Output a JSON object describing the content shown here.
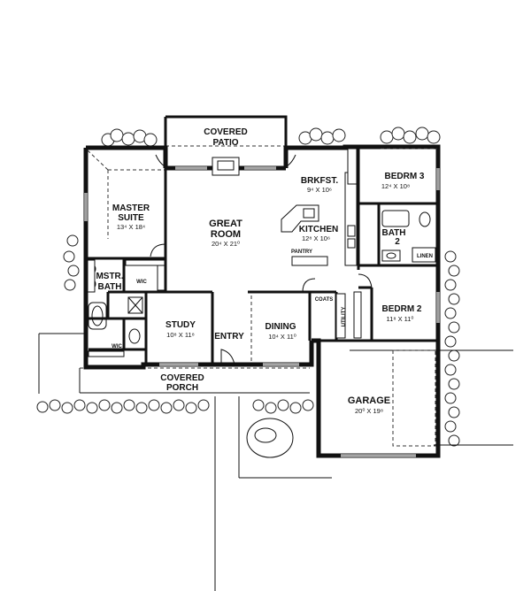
{
  "rooms": {
    "covered_patio": {
      "name_line1": "COVERED",
      "name_line2": "PATIO"
    },
    "master_suite": {
      "name_line1": "MASTER",
      "name_line2": "SUITE",
      "size": "13⁴ X 18⁴"
    },
    "great_room": {
      "name_line1": "GREAT",
      "name_line2": "ROOM",
      "size": "20⁴ X 21⁰"
    },
    "breakfast": {
      "name": "BRKFST.",
      "size": "9⁴ X 10⁶"
    },
    "kitchen": {
      "name": "KITCHEN",
      "size": "12⁸ X 10⁶"
    },
    "pantry": {
      "name": "PANTRY"
    },
    "bedroom3": {
      "name": "BEDRM 3",
      "size": "12⁴ X 10⁸"
    },
    "bath2": {
      "name_line1": "BATH",
      "name_line2": "2"
    },
    "linen": {
      "name": "LINEN"
    },
    "master_bath": {
      "name_line1": "MSTR.",
      "name_line2": "BATH"
    },
    "wic_upper": {
      "name": "WIC"
    },
    "wic_lower": {
      "name": "WIC"
    },
    "study": {
      "name": "STUDY",
      "size": "10⁸ X 11⁸"
    },
    "entry": {
      "name": "ENTRY"
    },
    "dining": {
      "name": "DINING",
      "size": "10⁴ X 11⁰"
    },
    "coats": {
      "name": "COATS"
    },
    "utility": {
      "name": "UTILITY"
    },
    "bedroom2": {
      "name": "BEDRM 2",
      "size": "11⁸ X 11⁰"
    },
    "covered_porch": {
      "name_line1": "COVERED",
      "name_line2": "PORCH"
    },
    "garage": {
      "name": "GARAGE",
      "size": "20⁰ X 19⁸"
    }
  }
}
